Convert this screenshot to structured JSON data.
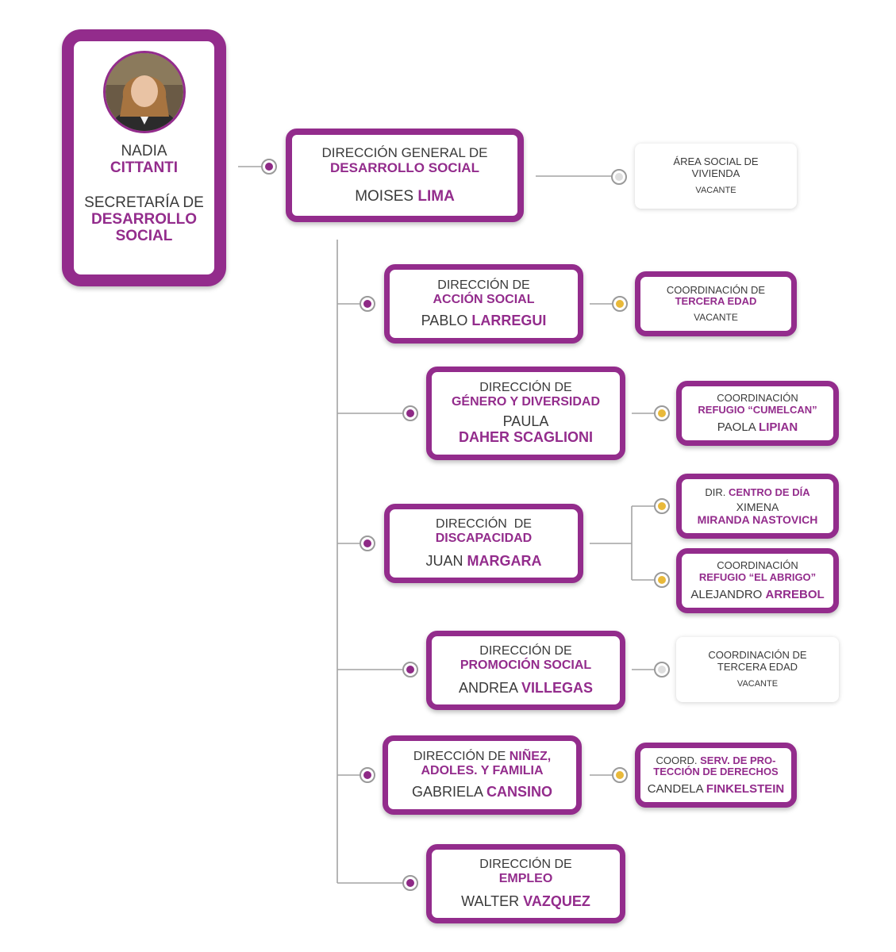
{
  "secretaria": {
    "name_light": "NADIA",
    "name_bold": "CITTANTI",
    "title_light": "SECRETARÍA DE",
    "title_bold_1": "DESARROLLO",
    "title_bold_2": "SOCIAL"
  },
  "direccion_general": {
    "title_light": "DIRECCIÓN GENERAL DE",
    "title_bold": "DESARROLLO SOCIAL",
    "person_light": "MOISES",
    "person_bold": "LIMA"
  },
  "area_vivienda": {
    "line1": "ÁREA SOCIAL DE",
    "line2": "VIVIENDA",
    "status": "VACANTE"
  },
  "accion_social": {
    "title_light": "DIRECCIÓN DE",
    "title_bold": "ACCIÓN SOCIAL",
    "person_light": "PABLO",
    "person_bold": "LARREGUI"
  },
  "tercera_edad_1": {
    "title_light": "COORDINACIÓN DE",
    "title_bold": "TERCERA EDAD",
    "status": "VACANTE"
  },
  "genero": {
    "title_light": "DIRECCIÓN DE",
    "title_bold": "GÉNERO Y DIVERSIDAD",
    "person_light": "PAULA",
    "person_bold": "DAHER SCAGLIONI"
  },
  "cumelcan": {
    "title_light": "COORDINACIÓN",
    "title_bold": "REFUGIO “CUMELCAN”",
    "person_light": "PAOLA",
    "person_bold": "LIPIAN"
  },
  "discapacidad": {
    "title_light": "DIRECCIÓN  DE",
    "title_bold": "DISCAPACIDAD",
    "person_light": "JUAN",
    "person_bold": "MARGARA"
  },
  "centro_dia": {
    "title_light": "DIR.",
    "title_bold": "CENTRO DE DÍA",
    "person_light": "XIMENA",
    "person_bold": "MIRANDA NASTOVICH"
  },
  "abrigo": {
    "title_light": "COORDINACIÓN",
    "title_bold": "REFUGIO “EL ABRIGO”",
    "person_light": "ALEJANDRO",
    "person_bold": "ARREBOL"
  },
  "promocion": {
    "title_light": "DIRECCIÓN DE",
    "title_bold": "PROMOCIÓN SOCIAL",
    "person_light": "ANDREA",
    "person_bold": "VILLEGAS"
  },
  "tercera_edad_2": {
    "line1": "COORDINACIÓN DE",
    "line2": "TERCERA EDAD",
    "status": "VACANTE"
  },
  "ninez": {
    "title_light": "DIRECCIÓN DE",
    "title_bold_1": "NIÑEZ,",
    "title_bold_2": "ADOLES. Y FAMILIA",
    "person_light": "GABRIELA",
    "person_bold": "CANSINO"
  },
  "proteccion": {
    "title_light": "COORD.",
    "title_bold_1": "SERV. DE PRO-",
    "title_bold_2": "TECCIÓN DE DERECHOS",
    "person_light": "CANDELA",
    "person_bold": "FINKELSTEIN"
  },
  "empleo": {
    "title_light": "DIRECCIÓN DE",
    "title_bold": "EMPLEO",
    "person_light": "WALTER",
    "person_bold": "VAZQUEZ"
  },
  "colors": {
    "brand_purple": "#932c8c",
    "connector_gray": "#9a9a9a",
    "dot_yellow": "#e9b93a",
    "dot_inactive": "#dedede"
  }
}
